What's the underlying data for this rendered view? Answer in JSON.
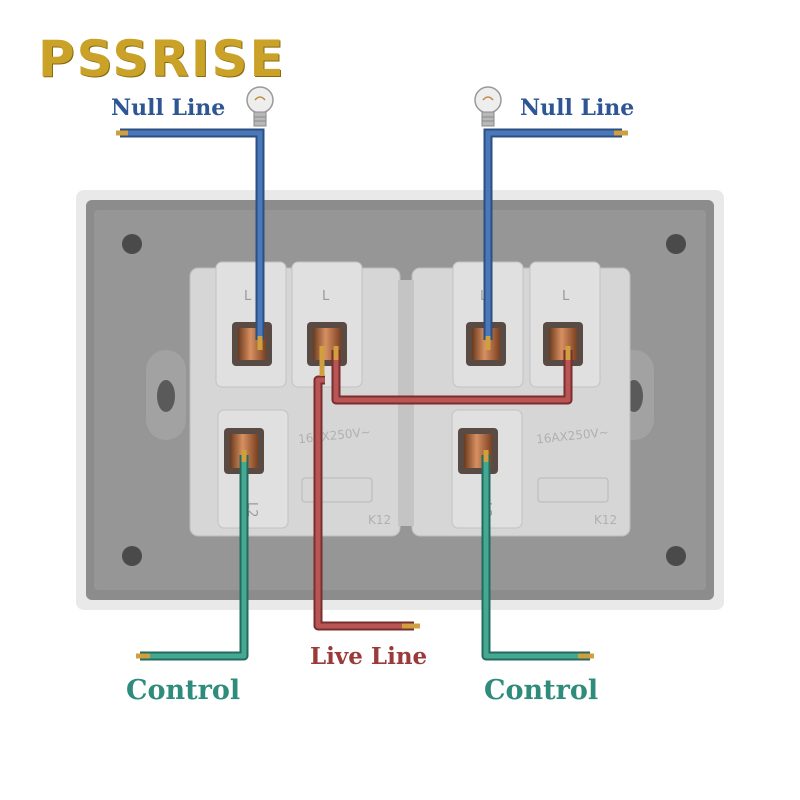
{
  "brand": "PSSRISE",
  "labels": {
    "null_left": "Null Line",
    "null_right": "Null Line",
    "live": "Live Line",
    "control_left": "Control",
    "control_right": "Control"
  },
  "terminals": {
    "l1": "L",
    "l2": "L",
    "l3": "L",
    "l4": "L",
    "bottom_left": "L2",
    "bottom_right": "L2"
  },
  "rating": {
    "left": "16AX250V~",
    "right": "16AX250V~"
  },
  "model": {
    "left": "K12",
    "right": "K12"
  },
  "colors": {
    "null_wire": "#3d6aa8",
    "live_wire": "#a34545",
    "control_wire": "#3a9a88",
    "brand": "#c9a227",
    "null_text": "#2f5694",
    "live_text": "#9b3a3a",
    "control_text": "#2f8c7c"
  }
}
